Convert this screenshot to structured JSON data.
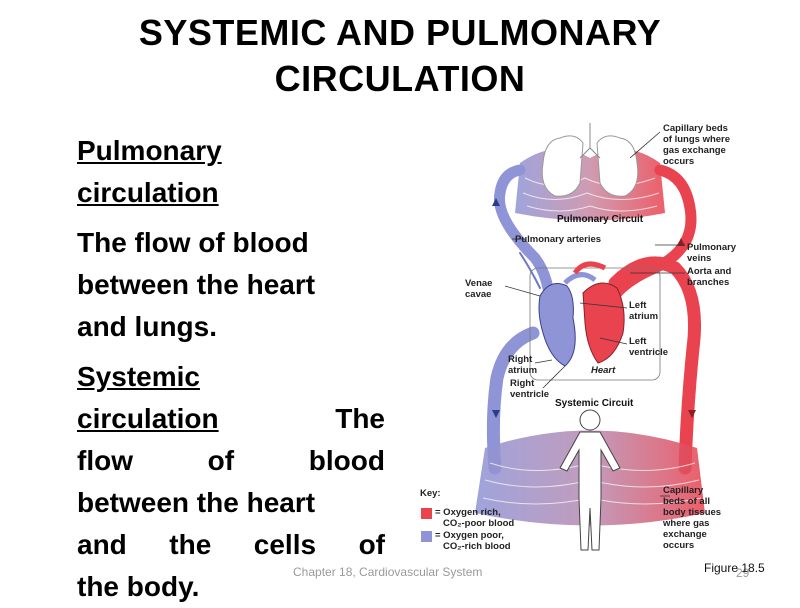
{
  "slide": {
    "title_line1": "SYSTEMIC AND PULMONARY",
    "title_line2": "CIRCULATION",
    "pulmonary_heading_1": "Pulmonary",
    "pulmonary_heading_2": "circulation",
    "pulmonary_def_1": "The flow of blood",
    "pulmonary_def_2": "between the heart",
    "pulmonary_def_3": "and lungs.",
    "systemic_heading_1": "Systemic",
    "systemic_heading_2": "circulation",
    "systemic_def_1a": "The",
    "systemic_def_2a": "flow",
    "systemic_def_2b": "of",
    "systemic_def_2c": "blood",
    "systemic_def_3": "between the heart",
    "systemic_def_4a": "and",
    "systemic_def_4b": "the",
    "systemic_def_4c": "cells",
    "systemic_def_4d": "of",
    "systemic_def_5": "the body."
  },
  "figure": {
    "labels": {
      "capillary_lungs_1": "Capillary beds",
      "capillary_lungs_2": "of lungs where",
      "capillary_lungs_3": "gas exchange",
      "capillary_lungs_4": "occurs",
      "pulmonary_circuit": "Pulmonary Circuit",
      "pulmonary_arteries": "Pulmonary arteries",
      "pulmonary_veins_1": "Pulmonary",
      "pulmonary_veins_2": "veins",
      "aorta_1": "Aorta and",
      "aorta_2": "branches",
      "venae_cavae_1": "Venae",
      "venae_cavae_2": "cavae",
      "left_atrium_1": "Left",
      "left_atrium_2": "atrium",
      "left_ventricle_1": "Left",
      "left_ventricle_2": "ventricle",
      "right_atrium_1": "Right",
      "right_atrium_2": "atrium",
      "right_ventricle_1": "Right",
      "right_ventricle_2": "ventricle",
      "heart": "Heart",
      "systemic_circuit": "Systemic Circuit",
      "key": "Key:",
      "key_rich_1": "= Oxygen rich,",
      "key_rich_2": "CO₂-poor blood",
      "key_poor_1": "= Oxygen poor,",
      "key_poor_2": "CO₂-rich blood",
      "capillary_body_1": "Capillary",
      "capillary_body_2": "beds of all",
      "capillary_body_3": "body tissues",
      "capillary_body_4": "where gas",
      "capillary_body_5": "exchange",
      "capillary_body_6": "occurs"
    },
    "colors": {
      "oxygen_rich": "#e8434f",
      "oxygen_poor": "#8e94d6"
    }
  },
  "footer": {
    "chapter": "Chapter 18, Cardiovascular System",
    "figure_ref": "Figure 18.5",
    "page_number": "29"
  }
}
